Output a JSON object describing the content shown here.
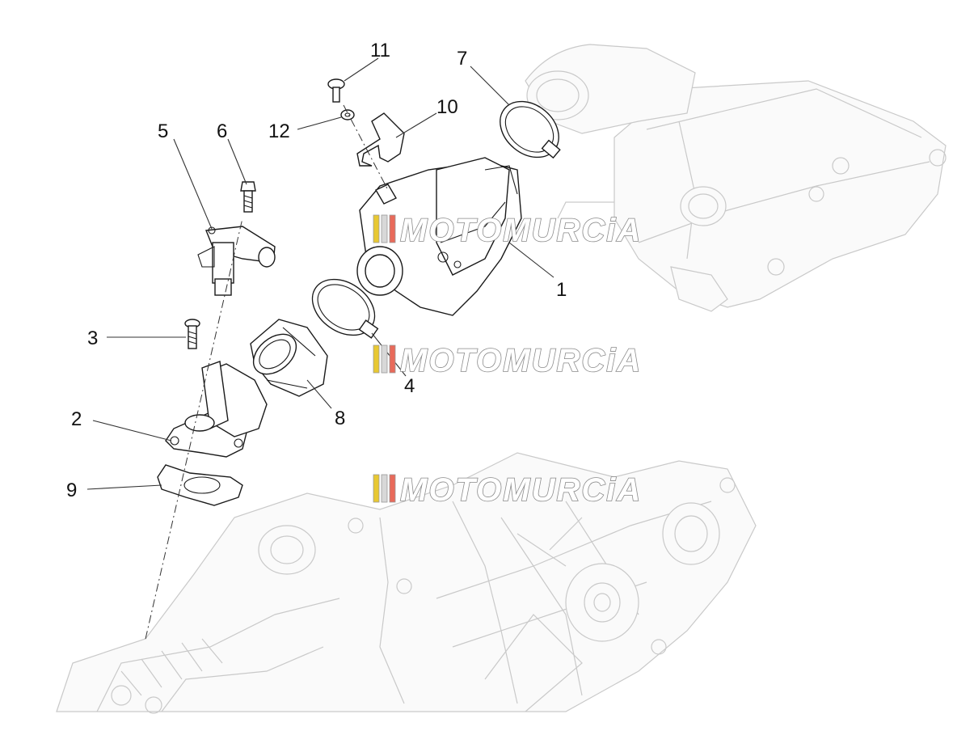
{
  "diagram": {
    "callouts": [
      {
        "id": "1",
        "label": "1"
      },
      {
        "id": "2",
        "label": "2"
      },
      {
        "id": "3",
        "label": "3"
      },
      {
        "id": "4",
        "label": "4"
      },
      {
        "id": "5",
        "label": "5"
      },
      {
        "id": "6",
        "label": "6"
      },
      {
        "id": "7",
        "label": "7"
      },
      {
        "id": "8",
        "label": "8"
      },
      {
        "id": "9",
        "label": "9"
      },
      {
        "id": "10",
        "label": "10"
      },
      {
        "id": "11",
        "label": "11"
      },
      {
        "id": "12",
        "label": "12"
      }
    ],
    "watermark": {
      "text": "MOTOMURCiA",
      "colors": [
        "#e8c832",
        "#d8d8d8",
        "#e86a5a",
        "#f0f0f0"
      ]
    }
  }
}
